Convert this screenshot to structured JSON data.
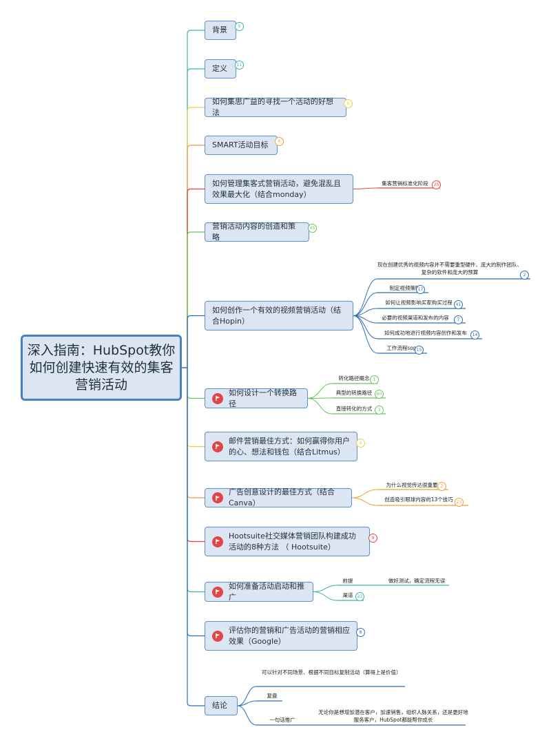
{
  "root": {
    "title": "深入指南：HubSpot教你如何创建快速有效的集客营销活动"
  },
  "branches": [
    {
      "label": "背景",
      "badge": "5"
    },
    {
      "label": "定义",
      "badge": "11"
    },
    {
      "label": "如何集思广益的寻找一个活动的好想法",
      "badge": "6"
    },
    {
      "label": "SMART活动目标",
      "badge": "6"
    },
    {
      "label": "如何管理集客式营销活动，避免混乱且效果最大化（结合monday）"
    },
    {
      "label": "营销活动内容的创造和策略",
      "badge": "45"
    },
    {
      "label": "如何创作一个有效的视频营销活动（结合Hopin）"
    },
    {
      "label": "如何设计一个转换路径"
    },
    {
      "label": "邮件营销最佳方式：如何赢得你用户的心、想法和钱包（结合Litmus）",
      "badge": "8"
    },
    {
      "label": "广告创意设计的最佳方式（结合Canva）"
    },
    {
      "label": "Hootsuite社交媒体营销团队构建成功活动的8种方法 （ Hootsuite）",
      "badge": "9"
    },
    {
      "label": "如何准备活动启动和推广"
    },
    {
      "label": "评估你的营销和广告活动的营销相应效果（Google）",
      "badge": "8"
    },
    {
      "label": "结论"
    }
  ],
  "leaves": [
    {
      "label": "集客营销标准化阶段",
      "badge": "25"
    },
    {
      "label": "现在创建优秀的视频内容并不需要重型硬件、庞大的制作团队、复杂的软件和庞大的预算",
      "badge": "2"
    },
    {
      "label": "制定视频策略",
      "badge": "17"
    },
    {
      "label": "如何让视频影响买家购买过程",
      "badge": "41"
    },
    {
      "label": "必要的视频渠道和发布的内容",
      "badge": "7"
    },
    {
      "label": "如何成功地进行视频内容创作和发布",
      "badge": "14"
    },
    {
      "label": "工作流程sop",
      "badge": "15"
    },
    {
      "label": "转化路径概念",
      "badge": "1"
    },
    {
      "label": "典型的转换路径",
      "badge": "60"
    },
    {
      "label": "直接转化的方式",
      "badge": "3"
    },
    {
      "label": "为什么视觉传达很重要",
      "badge": "2"
    },
    {
      "label": "创造吸引眼球内容的13个技巧",
      "badge": "23"
    },
    {
      "label": "前提"
    },
    {
      "label": "做好测试，确定流程无误"
    },
    {
      "label": "渠道",
      "badge": "22"
    },
    {
      "label": "可以针对不同场景、根据不同目标复制活动（算得上是价值）"
    },
    {
      "label": "复盘"
    },
    {
      "label": "一句话推广"
    },
    {
      "label": "无论你是想增加潜在客户，加速销售，组织人脉关系，还是更好地服务客户，HubSpot都能帮你成长"
    }
  ],
  "colors": {
    "node_fill": "#dce6f2",
    "node_border": "#5b8fd0",
    "root_border": "#4a7fc1",
    "flag_red": "#e04646",
    "teal": "#3bb5a7",
    "green": "#64c45a",
    "yellow": "#e8d23a",
    "orange": "#f0a030",
    "red": "#e8413a",
    "blue": "#2f6db5"
  }
}
